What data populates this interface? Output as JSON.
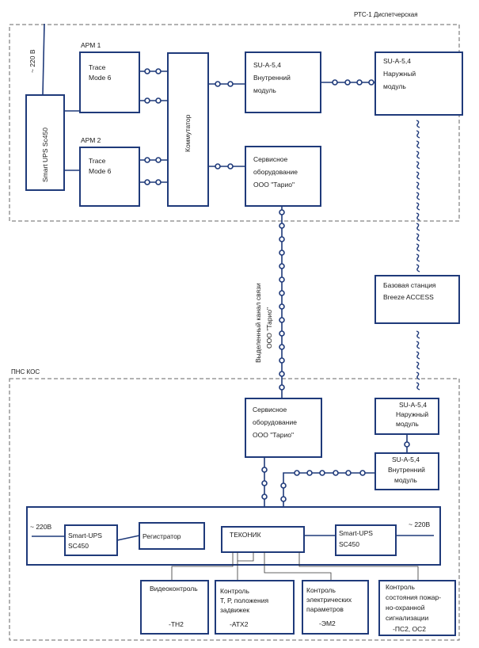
{
  "areas": {
    "top_title": "РТС-1 Диспетчерская",
    "bottom_title": "ПНС КОС"
  },
  "top": {
    "voltage": "~ 220 В",
    "ups": "Smart UPS Sc450",
    "arm1_title": "АРМ 1",
    "arm1_box": [
      "Trace",
      "Mode 6"
    ],
    "arm2_title": "АРМ 2",
    "arm2_box": [
      "Trace",
      "Mode 6"
    ],
    "switch": "Коммутатор",
    "inner_module": [
      "SU-A-5,4",
      "Внутренний",
      "модуль"
    ],
    "outer_module": [
      "SU-A-5,4",
      "Наружный",
      "модуль"
    ],
    "service": [
      "Сервисное",
      "оборудование",
      "ООО \"Тарио\""
    ]
  },
  "base_station": [
    "Базовая станция",
    "Breeze ACCESS"
  ],
  "channel_label": [
    "Выделенный канал связи",
    "ООО \"Тарио\""
  ],
  "bottom": {
    "service": [
      "Сервисное",
      "оборудование",
      "ООО \"Тарио\""
    ],
    "outer_module": [
      "SU-A-5,4",
      "Наружный",
      "модуль"
    ],
    "inner_module": [
      "SU-A-5,4",
      "Внутренний",
      "модуль"
    ],
    "voltage_left": "~ 220В",
    "voltage_right": "~ 220В",
    "ups_left": [
      "Smart-UPS",
      "SC450"
    ],
    "registrar": "Регистратор",
    "tekonik": "ТЕКОНИК",
    "ups_right": [
      "Smart-UPS",
      "SC450"
    ],
    "video": [
      "Видеоконтроль",
      "-ТН2"
    ],
    "control_tp": [
      "Контроль",
      "Т, Р, положения",
      "задвижек",
      "-АТХ2"
    ],
    "control_el": [
      "Контроль",
      "электрических",
      "параметров",
      "-ЭМ2"
    ],
    "control_fire": [
      "Контроль",
      "состояния пожар-",
      "но-охранной",
      "сигнализации",
      "-ПС2, ОС2"
    ]
  }
}
